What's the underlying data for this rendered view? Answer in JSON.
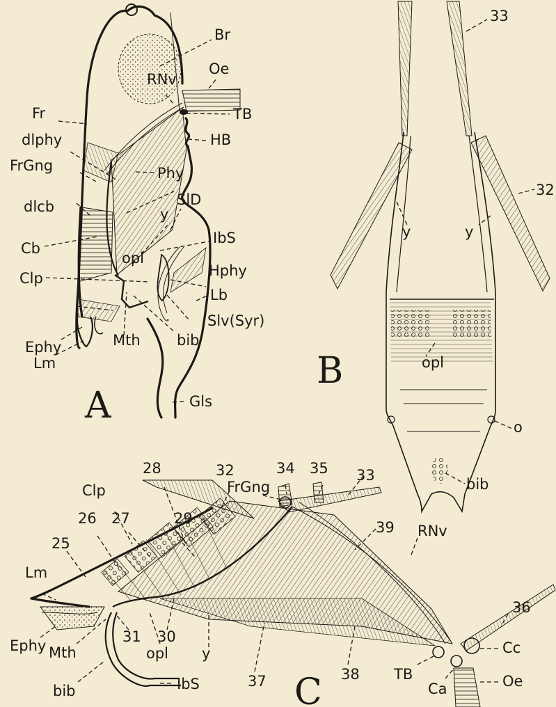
{
  "figure_a": {
    "panel_letter": "A",
    "labels": {
      "fr": "Fr",
      "br": "Br",
      "oe": "Oe",
      "rnv": "RNv",
      "tb": "TB",
      "dlphy": "dlphy",
      "frgng": "FrGng",
      "hb": "HB",
      "phy": "Phy",
      "sld": "SlD",
      "dlcb": "dlcb",
      "y": "y",
      "ibs": "IbS",
      "cb": "Cb",
      "opl": "opl",
      "hphy": "Hphy",
      "clp": "Clp",
      "lb": "Lb",
      "slv": "Slv(Syr)",
      "ephy": "Ephy",
      "mth": "Mth",
      "bib": "bib",
      "lm": "Lm",
      "gls": "Gls"
    }
  },
  "figure_b": {
    "panel_letter": "B",
    "labels": {
      "n33": "33",
      "n32": "32",
      "y_left": "y",
      "y_right": "y",
      "opl": "opl",
      "o": "o",
      "bib": "bib"
    }
  },
  "figure_c": {
    "panel_letter": "C",
    "labels": {
      "n28": "28",
      "n32": "32",
      "n34": "34",
      "n35": "35",
      "n33": "33",
      "clp": "Clp",
      "frgng": "FrGng",
      "n26": "26",
      "n27": "27",
      "n29": "29",
      "n25": "25",
      "n39": "39",
      "lm": "Lm",
      "rnv": "RNv",
      "n36": "36",
      "ephy": "Ephy",
      "n31": "31",
      "n30": "30",
      "mth": "Mth",
      "opl": "opl",
      "y": "y",
      "n37": "37",
      "n38": "38",
      "cc": "Cc",
      "tb": "TB",
      "ca": "Ca",
      "oe": "Oe",
      "bib": "bib",
      "ibs": "IbS"
    }
  }
}
